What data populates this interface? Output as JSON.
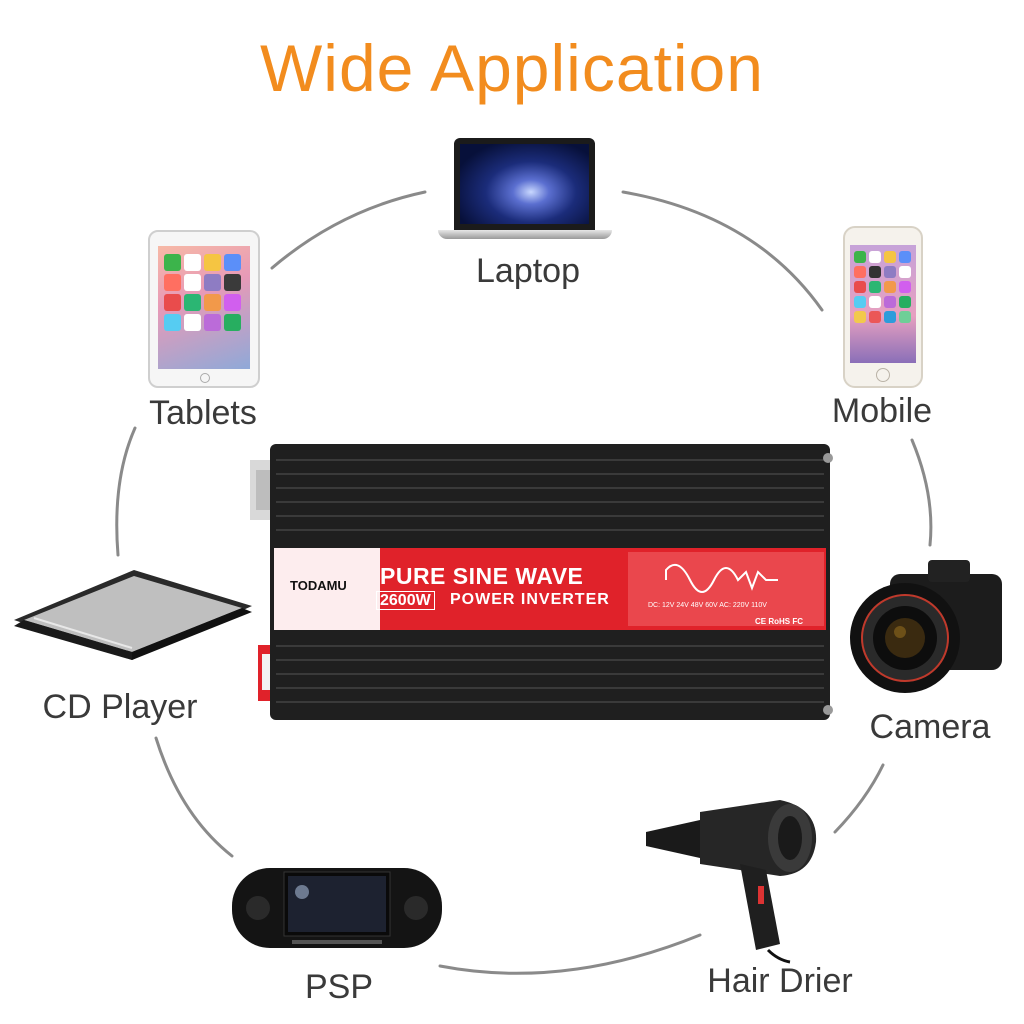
{
  "title": "Wide Application",
  "devices": [
    {
      "id": "laptop",
      "label": "Laptop"
    },
    {
      "id": "tablets",
      "label": "Tablets"
    },
    {
      "id": "mobile",
      "label": "Mobile"
    },
    {
      "id": "cd_player",
      "label": "CD Player"
    },
    {
      "id": "camera",
      "label": "Camera"
    },
    {
      "id": "psp",
      "label": "PSP"
    },
    {
      "id": "hair_drier",
      "label": "Hair Drier"
    }
  ],
  "inverter": {
    "brand": "TODAMU",
    "headline": "PURE SINE WAVE",
    "wattage": "2600W",
    "product": "POWER INVERTER",
    "spec": "DC: 12V  24V  48V  60V  AC: 220V  110V",
    "certs": "CE RoHS FC"
  },
  "colors": {
    "title": "#f28c1e",
    "label": "#3a3a3a",
    "ring": "#8a8a8a",
    "inverter_body": "#1f1f1f",
    "inverter_band": "#e0222a"
  }
}
